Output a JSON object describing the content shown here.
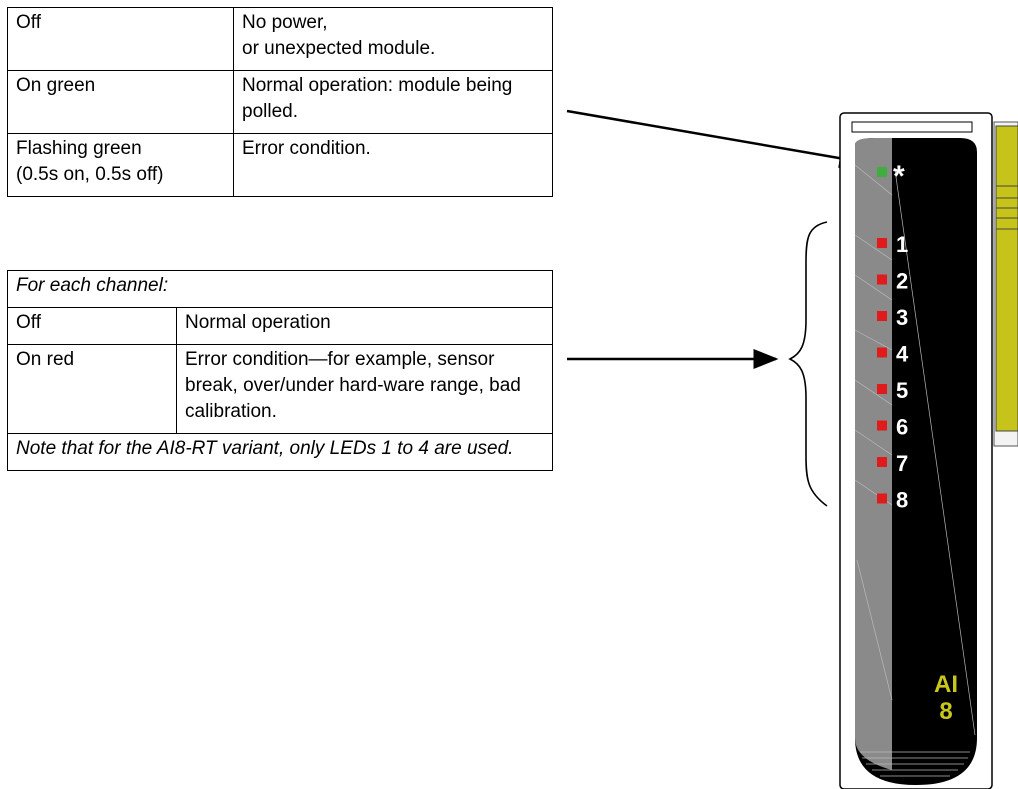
{
  "status_led_table": {
    "rows": [
      {
        "state": "Off",
        "meaning": "No power,\nor unexpected module."
      },
      {
        "state": "On green",
        "meaning": "Normal operation: module being polled."
      },
      {
        "state": "Flashing green\n(0.5s on, 0.5s off)",
        "meaning": "Error condition."
      }
    ]
  },
  "channel_led_table": {
    "header": "For each channel:",
    "rows": [
      {
        "state": "Off",
        "meaning": "Normal operation"
      },
      {
        "state": "On red",
        "meaning": "Error condition—for example, sensor break, over/under hard-ware range, bad calibration."
      }
    ],
    "note": "Note that for the AI8-RT variant, only LEDs 1 to 4 are used."
  },
  "module": {
    "status_symbol": "*",
    "channel_labels": [
      "1",
      "2",
      "3",
      "4",
      "5",
      "6",
      "7",
      "8"
    ],
    "model_label_line1": "AI",
    "model_label_line2": "8"
  },
  "colors": {
    "status_led": "#3fae3f",
    "channel_led": "#e01b1b",
    "model_label": "#c8c71a",
    "module_face": "#000000",
    "module_side": "#8a8a8a",
    "adjacent_module": "#c6c41a"
  }
}
